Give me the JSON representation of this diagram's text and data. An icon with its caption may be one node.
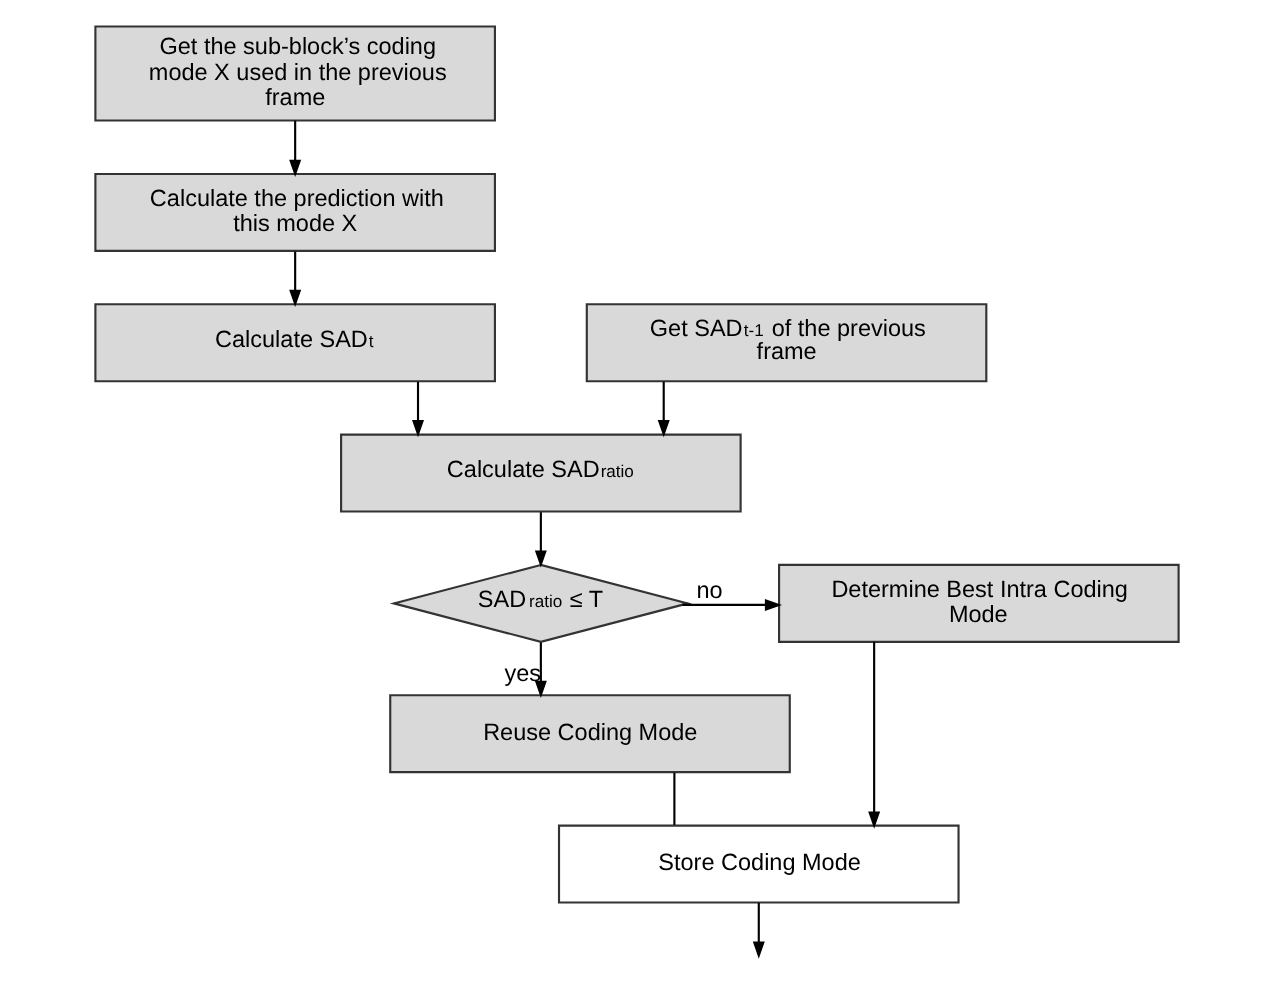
{
  "diagram": {
    "nodes": [
      {
        "text": [
          "Get the sub-block’s coding mode X used in the previous frame"
        ]
      },
      {
        "text": [
          "Calculate the prediction with this mode X"
        ]
      },
      {
        "text": [
          "Calculate SAD$_{t}$"
        ]
      },
      {
        "text": [
          "Get SAD$_{t-1}$ of the previous frame"
        ]
      },
      {
        "text": [
          "Calculate SAD$_{ratio}$"
        ]
      },
      {
        "text": [
          "SAD$_{ratio}$ ≤ T"
        ]
      },
      {
        "text": [
          "Determine Best Intra Coding Mode"
        ]
      },
      {
        "text": [
          "Reuse Coding Mode"
        ]
      },
      {
        "text": [
          "Store Coding Mode"
        ]
      }
    ],
    "edges": [
      {
        "from": 0,
        "to": 1,
        "arrow": "to"
      },
      {
        "from": 1,
        "to": 2,
        "arrow": "to"
      },
      {
        "from": 2,
        "to": 4,
        "arrow": "to"
      },
      {
        "from": 3,
        "to": 4,
        "arrow": "to"
      },
      {
        "from": 4,
        "to": 5,
        "arrow": "to"
      },
      {
        "from": 5,
        "to": 6,
        "arrow": "to",
        "label": "no"
      },
      {
        "from": 5,
        "to": 7,
        "arrow": "to",
        "label": "yes"
      },
      {
        "from": 7,
        "to": 8,
        "arrow": "none"
      },
      {
        "from": 6,
        "to": 8,
        "arrow": "to"
      },
      {
        "from": 8,
        "to": null,
        "arrow": "to"
      }
    ]
  }
}
